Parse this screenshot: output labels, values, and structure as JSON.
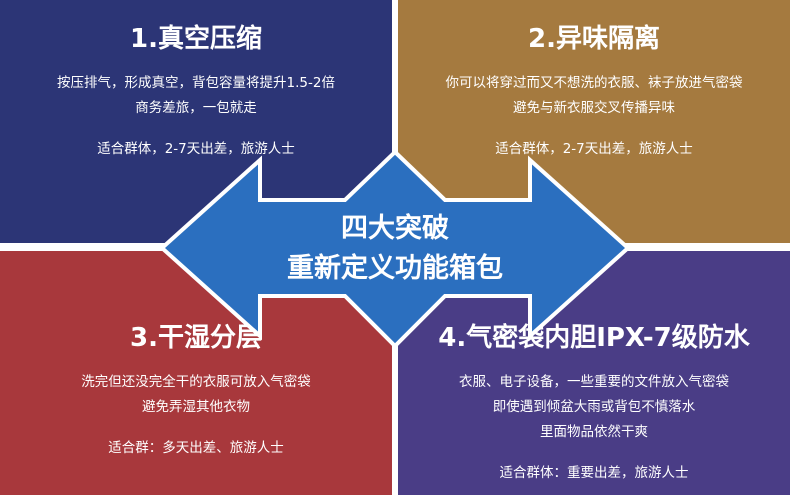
{
  "colors": {
    "q1": "#2c3576",
    "q2": "#a57a3f",
    "q3": "#a8383c",
    "q4": "#4a3d86",
    "arrow_fill": "#2b6fbf",
    "arrow_stroke": "#ffffff"
  },
  "quadrants": [
    {
      "title": "1.真空压缩",
      "lines": [
        "按压排气，形成真空，背包容量将提升1.5-2倍",
        "商务差旅，一包就走",
        "适合群体，2-7天出差，旅游人士"
      ]
    },
    {
      "title": "2.异味隔离",
      "lines": [
        "你可以将穿过而又不想洗的衣服、袜子放进气密袋",
        "避免与新衣服交叉传播异味",
        "适合群体，2-7天出差，旅游人士"
      ]
    },
    {
      "title": "3.干湿分层",
      "lines": [
        "洗完但还没完全干的衣服可放入气密袋",
        "避免弄湿其他衣物",
        "适合群：多天出差、旅游人士"
      ]
    },
    {
      "title": "4.气密袋内胆IPX-7级防水",
      "lines": [
        "衣服、电子设备，一些重要的文件放入气密袋",
        "即使遇到倾盆大雨或背包不慎落水",
        "里面物品依然干爽",
        "适合群体：重要出差，旅游人士"
      ]
    }
  ],
  "center": {
    "line1": "四大突破",
    "line2": "重新定义功能箱包"
  }
}
